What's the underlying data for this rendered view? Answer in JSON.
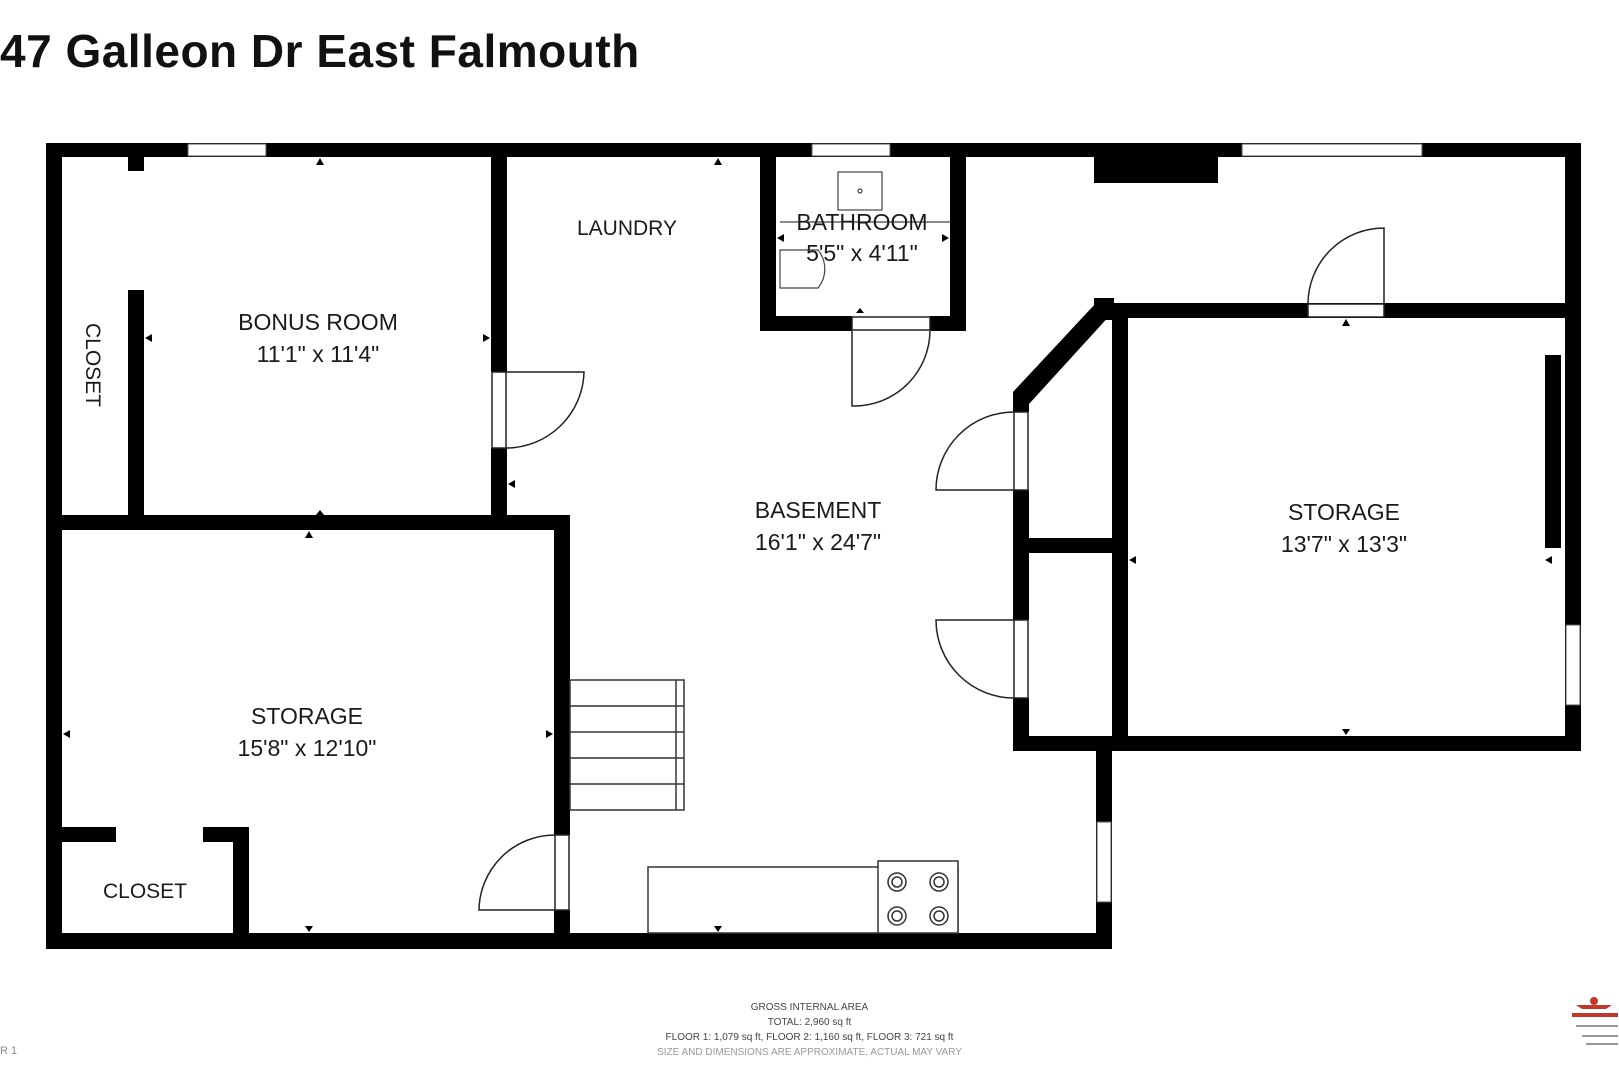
{
  "title": "47 Galleon Dr East Falmouth",
  "rooms": {
    "bonus": {
      "name": "BONUS ROOM",
      "dims": "11'1\" x 11'4\""
    },
    "laundry": {
      "name": "LAUNDRY"
    },
    "bathroom": {
      "name": "BATHROOM",
      "dims": "5'5\" x 4'11\""
    },
    "basement": {
      "name": "BASEMENT",
      "dims": "16'1\" x 24'7\""
    },
    "storage_right": {
      "name": "STORAGE",
      "dims": "13'7\" x 13'3\""
    },
    "storage_left": {
      "name": "STORAGE",
      "dims": "15'8\" x 12'10\""
    },
    "closet_left": {
      "name": "CLOSET"
    },
    "closet_bottom": {
      "name": "CLOSET"
    }
  },
  "footer": {
    "line1": "GROSS INTERNAL AREA",
    "line2": "TOTAL: 2,960 sq ft",
    "line3": "FLOOR 1: 1,079 sq ft, FLOOR 2: 1,160 sq ft, FLOOR 3: 721 sq ft",
    "line4": "SIZE AND DIMENSIONS ARE APPROXIMATE, ACTUAL MAY VARY"
  },
  "floor_label": "R 1",
  "colors": {
    "wall": "#000000",
    "accent": "#c0392b"
  }
}
